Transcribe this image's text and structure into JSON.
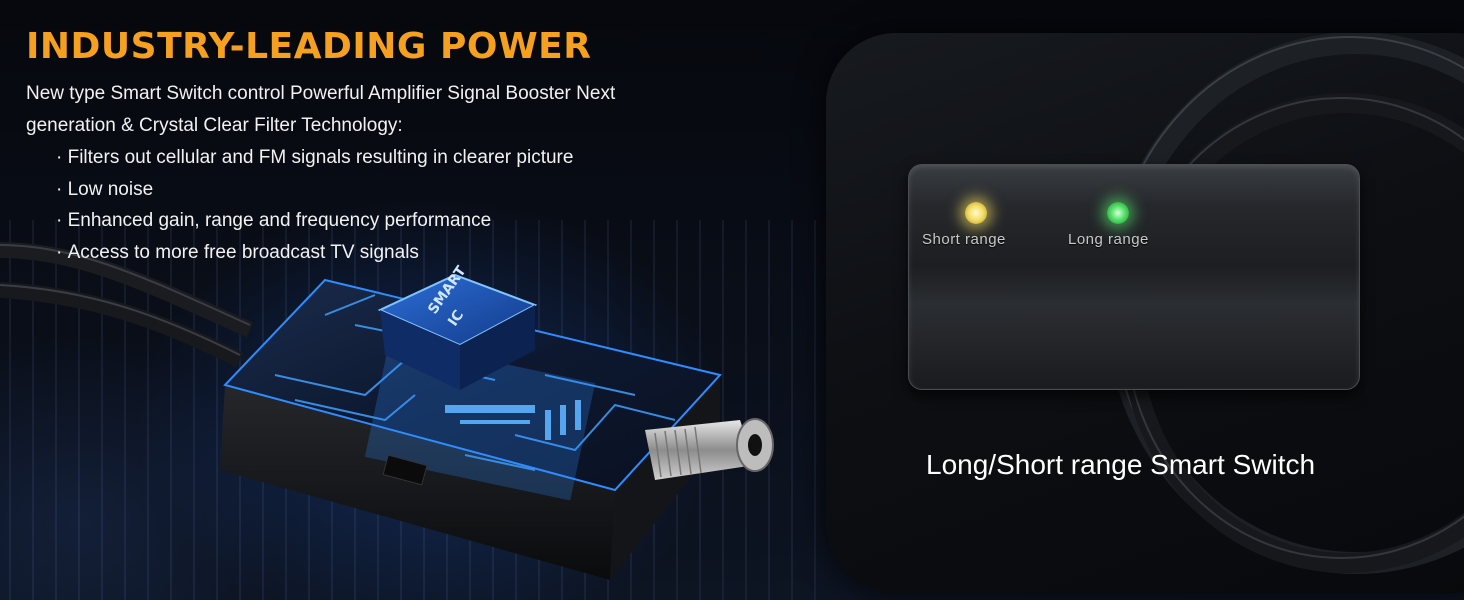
{
  "headline": "INDUSTRY-LEADING POWER",
  "intro": "New type Smart Switch control Powerful Amplifier Signal Booster Next generation & Crystal Clear Filter Technology:",
  "features": [
    "Filters out cellular and FM signals resulting in clearer picture",
    "Low noise",
    "Enhanced gain, range and frequency performance",
    "Access to more free broadcast TV signals"
  ],
  "chip_label": [
    "SMART",
    "IC"
  ],
  "switch": {
    "short_label": "Short range",
    "long_label": "Long range"
  },
  "caption": "Long/Short range Smart Switch",
  "colors": {
    "headline": "#f5a01e",
    "led_short": "#f4df6a",
    "led_long": "#55e06a",
    "circuit_glow": "#2f8cff"
  }
}
